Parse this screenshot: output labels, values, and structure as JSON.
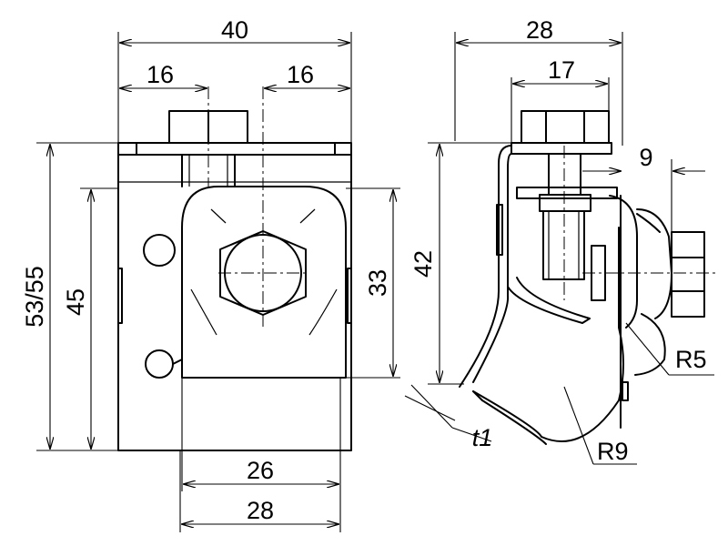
{
  "diagram": {
    "front_view": {
      "width_overall": "40",
      "offset_left": "16",
      "offset_right": "16",
      "height_overall": "53/55",
      "height_body": "45",
      "height_window": "33",
      "width_window": "26",
      "width_base": "28"
    },
    "side_view": {
      "depth_overall": "28",
      "depth_bolt": "17",
      "bolt_offset": "9",
      "height": "42",
      "radius_small": "R5",
      "radius_large": "R9",
      "thickness": "t1"
    }
  }
}
